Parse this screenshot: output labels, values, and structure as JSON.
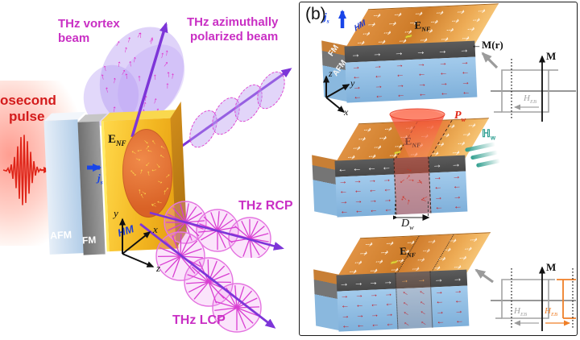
{
  "panel_a": {
    "vortex_label_1": "THz vortex",
    "vortex_label_2": "beam",
    "azim_label_1": "THz azimuthally",
    "azim_label_2": "polarized beam",
    "pulse_label_1": "osecond",
    "pulse_label_2": "pulse",
    "rcp_label": "THz RCP",
    "lcp_label": "THz LCP",
    "afm": "AFM",
    "fm": "FM",
    "hm": "HM",
    "axis_x": "x",
    "axis_y": "y",
    "axis_z": "z"
  },
  "panel_b": {
    "tag": "(b)",
    "m_arrow": "←",
    "m_of_r": "M(r)",
    "fm": "FM",
    "afm": "AFM",
    "hm": "HM",
    "axis_x": "x",
    "axis_y": "y",
    "axis_z": "z"
  },
  "sym": {
    "e": "E",
    "e_sub": "NF",
    "j": "j",
    "j_sub": "s",
    "m": "M",
    "h_eb": "H",
    "h_eb_sub": "EB",
    "p": "P",
    "p_sub": "w",
    "hw": "ℍ",
    "hw_sub": "w",
    "d": "D",
    "d_sub": "w"
  },
  "colors": {
    "magenta": "#c92fc4",
    "purple": "#7d35d8",
    "red": "#d31b1b",
    "blue": "#1845e8",
    "teal": "#2a9d8f",
    "orange": "#ef7f28",
    "gray": "#9b9b9b",
    "gold": "#f3b722",
    "afm_blue": "#a3cbec",
    "fm_gray": "#5c5c5c",
    "copper": "#cd7b28"
  },
  "decor": {
    "b_top": {
      "type": "grid",
      "rows": 4,
      "cols": 6,
      "glyph": "⇢",
      "color": "rgba(255,246,232,0.95)",
      "size": 11,
      "bold": false
    },
    "b_fm_full": {
      "type": "grid",
      "rows": 1,
      "cols": 6,
      "glyph": "→",
      "color": "#efefef",
      "size": 12,
      "bold": true
    },
    "b_afm_full": {
      "type": "grid",
      "rows": 4,
      "cols": 6,
      "rowGlyphs": [
        "→",
        "←",
        "→",
        "←"
      ],
      "color": "#c22633",
      "size": 11,
      "bold": true
    },
    "b_fm_left2": {
      "type": "grid",
      "rows": 1,
      "cols": 4,
      "glyph": "←",
      "color": "#efefef",
      "size": 12,
      "bold": true
    },
    "b_fm_left3": {
      "type": "grid",
      "rows": 1,
      "cols": 4,
      "glyph": "→",
      "color": "#efefef",
      "size": 12,
      "bold": true
    },
    "b_fm_right": {
      "type": "grid",
      "rows": 1,
      "cols": 2,
      "glyph": "→",
      "color": "#efefef",
      "size": 12,
      "bold": true
    },
    "b_afm_left": {
      "type": "grid",
      "rows": 4,
      "cols": 4,
      "rowGlyphs": [
        "→",
        "←",
        "→",
        "←"
      ],
      "color": "#c22633",
      "size": 11,
      "bold": true
    },
    "b_afm_right": {
      "type": "grid",
      "rows": 4,
      "cols": 2,
      "rowGlyphs": [
        "→",
        "←",
        "→",
        "←"
      ],
      "color": "#c22633",
      "size": 11,
      "bold": true
    },
    "b2_stripe": {
      "type": "scatter",
      "count": 11,
      "glyph": "→",
      "color": "#cf2d20",
      "size": 10,
      "rotJitter": 340,
      "bold": true,
      "seed": 11
    },
    "b3_stripe_fm": {
      "type": "grid",
      "rows": 1,
      "cols": 2,
      "glyph": "→",
      "color": "#e8a35a",
      "size": 11,
      "bold": true
    },
    "b3_stripe_afm": {
      "type": "grid",
      "rows": 4,
      "cols": 2,
      "glyph": "→",
      "color": "#c22633",
      "size": 10,
      "bold": true,
      "rot": -145
    },
    "a_circle": {
      "type": "scatter",
      "count": 26,
      "glyph": "→",
      "color": "#ffe24f",
      "size": 9,
      "rotJitter": 360,
      "bold": true,
      "ellipse": true,
      "seed": 5
    },
    "a_vortex": {
      "type": "scatter",
      "count": 32,
      "glyph": "↑",
      "color": "#e321c8",
      "size": 11,
      "rotJitter": 56,
      "bold": true,
      "ellipse": true,
      "seed": 9
    }
  }
}
